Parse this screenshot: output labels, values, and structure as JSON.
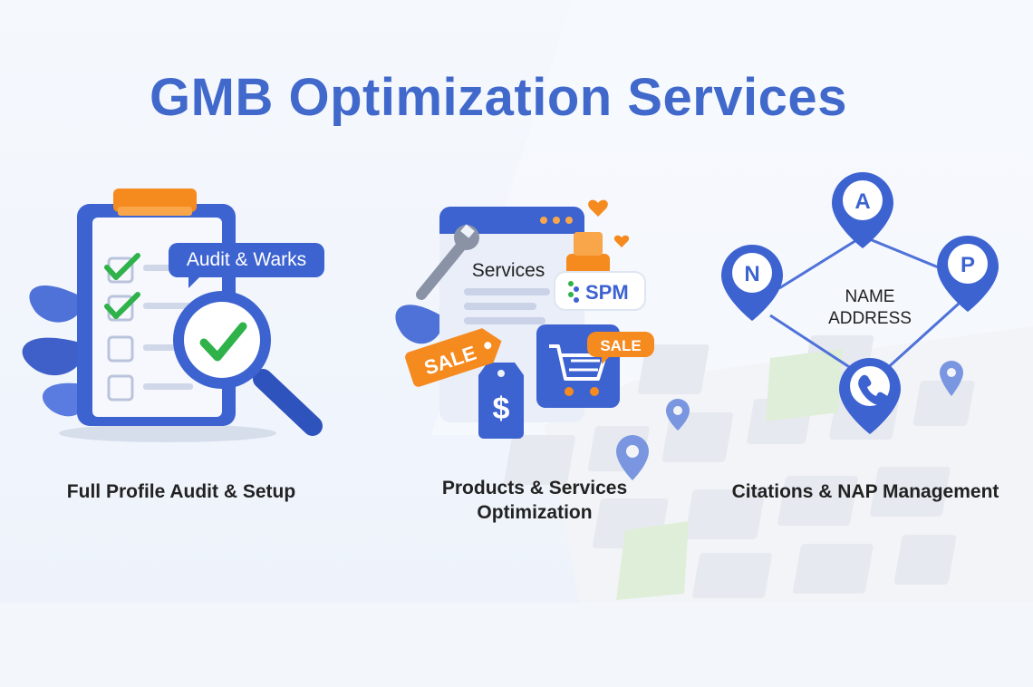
{
  "title": "GMB Optimization Services",
  "colors": {
    "accent": "#4169cc",
    "orange": "#f58a1f",
    "green": "#2fb24a"
  },
  "services": [
    {
      "caption": "Full Profile Audit & Setup",
      "badge": "Audit & Warks",
      "icons": [
        "clipboard-icon",
        "checkmark-icon",
        "magnifier-icon",
        "leaf-icon"
      ]
    },
    {
      "caption_line1": "Products & Services",
      "caption_line2": "Optimization",
      "heading": "Services",
      "spm_label": "SPM",
      "sale_tag": "SALE",
      "sale_bubble": "SALE",
      "price_symbol": "$",
      "icons": [
        "wrench-icon",
        "bottle-icon",
        "heart-icon",
        "price-tag-icon",
        "shopping-cart-icon",
        "leaf-icon"
      ]
    },
    {
      "caption": "Citations & NAP Management",
      "pins": [
        "A",
        "N",
        "P"
      ],
      "name_label": "NAME",
      "address_label": "ADDRESS",
      "icons": [
        "map-icon",
        "location-pin-icon",
        "phone-icon"
      ]
    }
  ]
}
